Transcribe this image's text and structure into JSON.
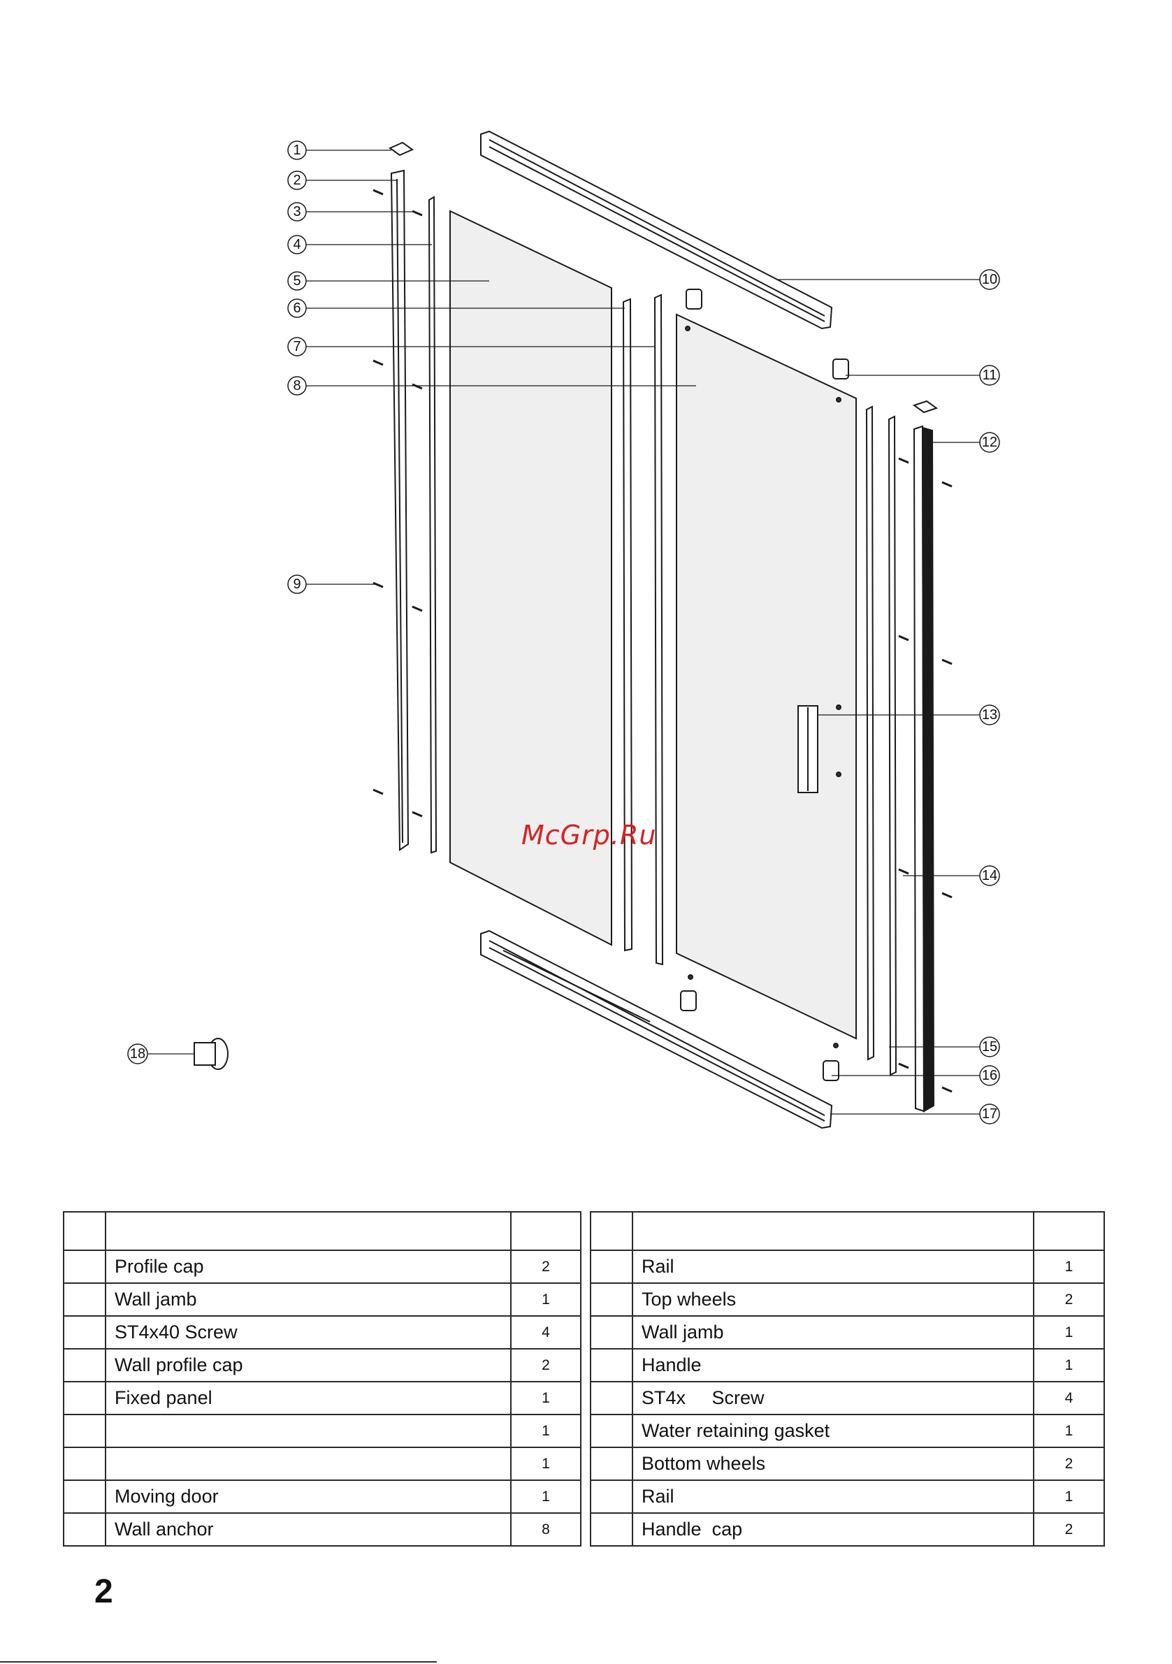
{
  "diagram": {
    "callouts": [
      "1",
      "2",
      "3",
      "4",
      "5",
      "6",
      "7",
      "8",
      "9",
      "10",
      "11",
      "12",
      "13",
      "14",
      "15",
      "16",
      "17",
      "18"
    ],
    "watermark": "McGrp.Ru"
  },
  "parts_left": {
    "header": [
      "",
      "",
      ""
    ],
    "rows": [
      {
        "name": "Profile cap",
        "qty": "2"
      },
      {
        "name": "Wall jamb",
        "qty": "1"
      },
      {
        "name": "ST4x40 Screw",
        "qty": "4"
      },
      {
        "name": "Wall profile cap",
        "qty": "2"
      },
      {
        "name": "Fixed panel",
        "qty": "1"
      },
      {
        "name": "",
        "qty": "1"
      },
      {
        "name": "",
        "qty": "1"
      },
      {
        "name": "Moving door",
        "qty": "1"
      },
      {
        "name": "Wall anchor",
        "qty": "8"
      }
    ]
  },
  "parts_right": {
    "header": [
      "",
      "",
      ""
    ],
    "rows": [
      {
        "name": "Rail",
        "qty": "1"
      },
      {
        "name": "Top wheels",
        "qty": "2"
      },
      {
        "name": "Wall jamb",
        "qty": "1"
      },
      {
        "name": "Handle",
        "qty": "1"
      },
      {
        "name": "ST4x     Screw",
        "qty": "4"
      },
      {
        "name": "Water retaining gasket",
        "qty": "1"
      },
      {
        "name": "Bottom wheels",
        "qty": "2"
      },
      {
        "name": "Rail",
        "qty": "1"
      },
      {
        "name": "Handle  cap",
        "qty": "2"
      }
    ]
  },
  "page": {
    "number": "2"
  }
}
